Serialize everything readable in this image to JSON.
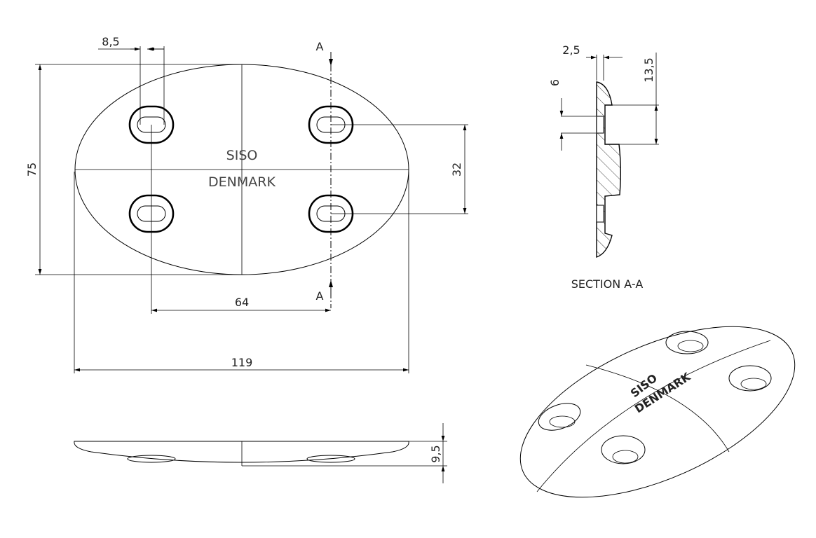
{
  "drawing": {
    "front_view": {
      "logo_line1": "SISO",
      "logo_line2": "DENMARK",
      "dim_slot_width": "8,5",
      "dim_height": "75",
      "dim_hole_spacing_vertical": "32",
      "dim_hole_spacing_horizontal": "64",
      "dim_width": "119",
      "section_marker_top": "A",
      "section_marker_bottom": "A"
    },
    "side_view": {
      "dim_thickness": "9,5"
    },
    "section_view": {
      "dim_wall": "2,5",
      "dim_slot": "6",
      "dim_recess": "13,5",
      "title": "SECTION A-A"
    },
    "iso_view": {
      "logo_line1": "SISO",
      "logo_line2": "DENMARK"
    }
  }
}
